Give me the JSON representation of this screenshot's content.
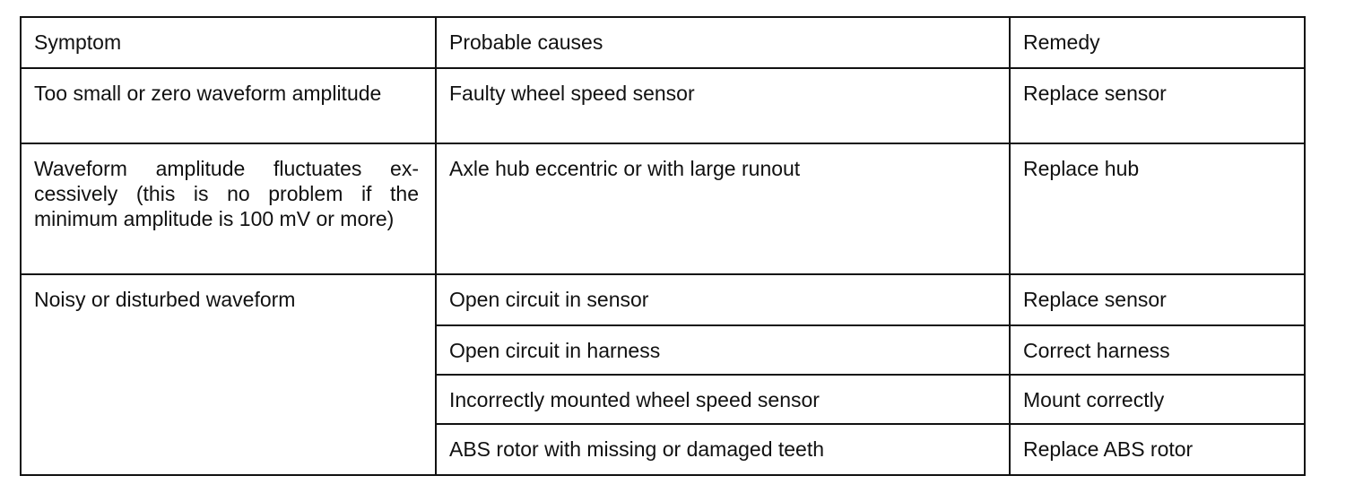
{
  "table": {
    "headers": {
      "symptom": "Symptom",
      "causes": "Probable causes",
      "remedy": "Remedy"
    },
    "rows": [
      {
        "symptom": "Too small or zero waveform amplitude",
        "cause": "Faulty wheel speed sensor",
        "remedy": "Replace sensor"
      },
      {
        "symptom": "Waveform amplitude fluctuates ex-cessively (this is no problem if the minimum amplitude is 100 mV or more)",
        "cause": "Axle hub eccentric or with large runout",
        "remedy": "Replace hub"
      },
      {
        "symptom": "Noisy or disturbed waveform",
        "cause": "Open circuit in sensor",
        "remedy": "Replace sensor"
      },
      {
        "cause": "Open circuit in harness",
        "remedy": "Correct harness"
      },
      {
        "cause": "Incorrectly mounted wheel speed sensor",
        "remedy": "Mount correctly"
      },
      {
        "cause": "ABS rotor with missing or damaged teeth",
        "remedy": "Replace ABS rotor"
      }
    ]
  }
}
